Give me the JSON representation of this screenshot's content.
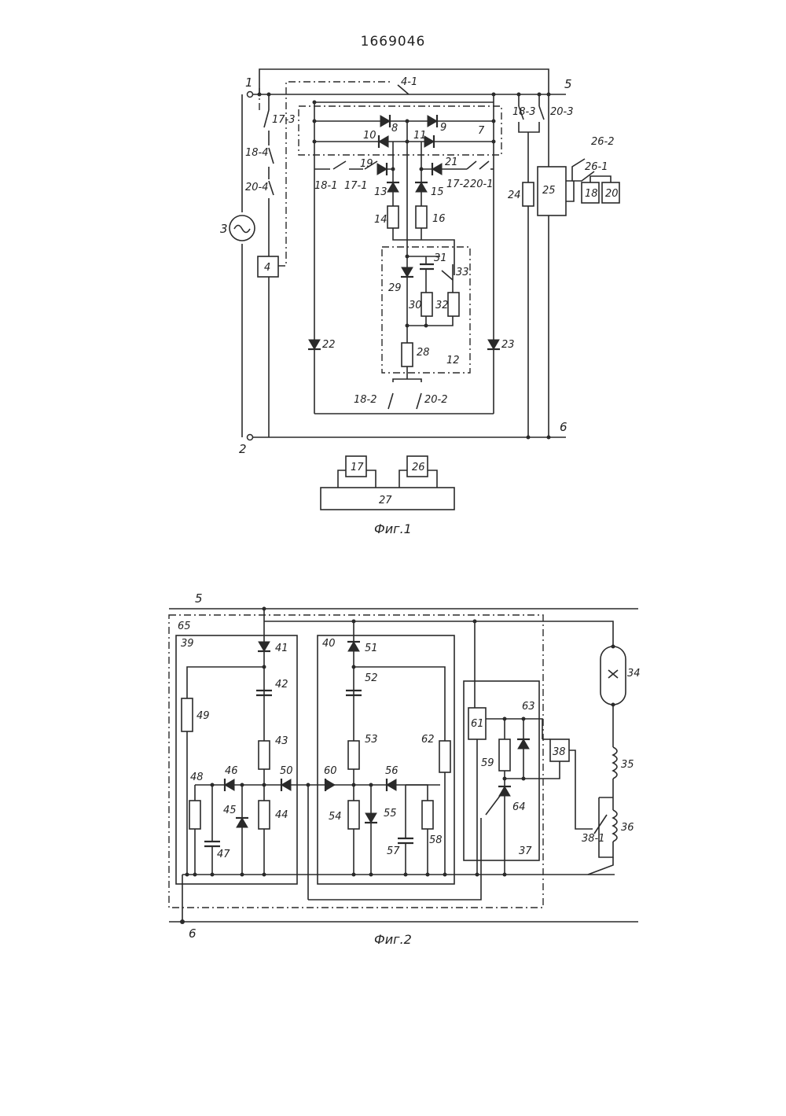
{
  "document_number": "1669046",
  "fig1": {
    "caption": "Фиг.1",
    "terminals": [
      "1",
      "2"
    ],
    "buses": [
      "5",
      "6"
    ],
    "source": "3",
    "switch_labels": [
      "4-1",
      "17-3",
      "18-4",
      "20-4",
      "18-3",
      "20-3",
      "18-1",
      "17-1",
      "17-2",
      "20-1",
      "18-2",
      "20-2",
      "26-2",
      "26-1"
    ],
    "block_labels": [
      "4",
      "24",
      "25",
      "18",
      "20",
      "17",
      "26",
      "27",
      "12",
      "7"
    ],
    "diode_labels": [
      "8",
      "9",
      "10",
      "11",
      "19",
      "21",
      "13",
      "15",
      "22",
      "23",
      "29"
    ],
    "resistor_labels": [
      "14",
      "16",
      "30",
      "32",
      "28"
    ],
    "other_labels": [
      "31",
      "33"
    ]
  },
  "fig2": {
    "caption": "Фиг.2",
    "buses": [
      "5",
      "6"
    ],
    "module_labels": [
      "65",
      "39",
      "40",
      "37"
    ],
    "diode_labels": [
      "41",
      "51",
      "46",
      "50",
      "60",
      "56",
      "45",
      "55",
      "63",
      "64"
    ],
    "capacitor_labels": [
      "42",
      "52",
      "47",
      "57"
    ],
    "resistor_labels": [
      "43",
      "53",
      "44",
      "54",
      "49",
      "48",
      "58",
      "59",
      "62"
    ],
    "block_labels": [
      "61",
      "38"
    ],
    "lamp_label": "34",
    "inductor_labels": [
      "35",
      "36"
    ],
    "switch_label": "38-1"
  }
}
